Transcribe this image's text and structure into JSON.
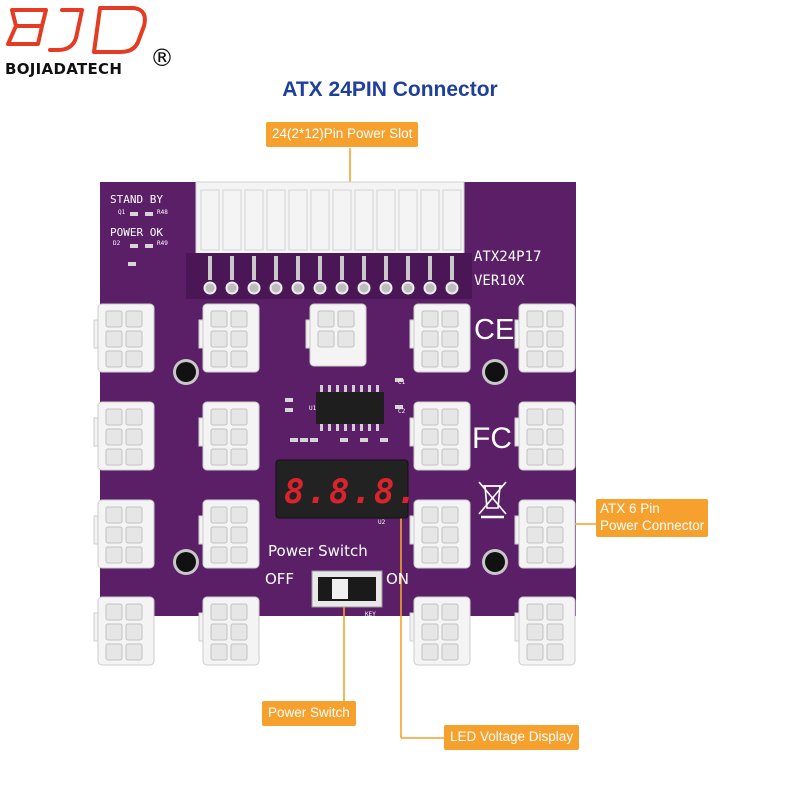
{
  "brand": {
    "name": "BOJIADATECH",
    "registered_mark": "®",
    "logo_letters": "BJD",
    "logo_color": "#e53b23"
  },
  "headline": "ATX 24PIN Connector",
  "callouts": {
    "power_slot": "24(2*12)Pin Power Slot",
    "atx6pin_line1": "ATX 6 Pin",
    "atx6pin_line2": "Power Connector",
    "power_switch": "Power Switch",
    "led_display": "LED Voltage Display"
  },
  "board": {
    "stand_by": "STAND BY",
    "power_ok": "POWER OK",
    "q1": "Q1",
    "r48": "R48",
    "d2": "D2",
    "r49": "R49",
    "model": "ATX24P17",
    "version": "VER10X",
    "switch_label": "Power Switch",
    "off": "OFF",
    "on": "ON",
    "key": "KEY",
    "ce_mark": "CE",
    "fcc_mark": "FC",
    "u1": "U1",
    "u2": "U2",
    "c1": "C1",
    "c2": "C2",
    "display_digits": "8.8.8."
  },
  "colors": {
    "pcb": "#5a1f66",
    "pcb_dark": "#4a1656",
    "silkscreen": "#ffffff",
    "callout_bg": "#f6a12d",
    "headline": "#1f3f9c"
  }
}
